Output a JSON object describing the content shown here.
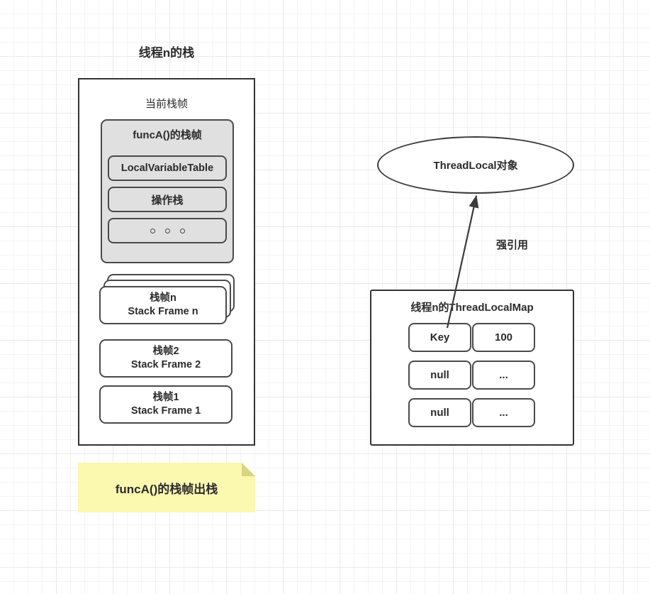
{
  "diagram": {
    "left_section": {
      "title": "线程n的栈",
      "current_frame_title": "当前栈帧",
      "gray_frame": {
        "title": "funcA()的栈帧",
        "slots": [
          {
            "label": "LocalVariableTable",
            "icon": ""
          },
          {
            "label": "操作栈",
            "icon": ""
          },
          {
            "label": "",
            "icon": "three-dots"
          }
        ]
      },
      "frames": [
        {
          "cn": "栈帧n",
          "en": "Stack Frame n",
          "stacked": true
        },
        {
          "cn": "栈帧2",
          "en": "Stack Frame 2",
          "stacked": false
        },
        {
          "cn": "栈帧1",
          "en": "Stack Frame 1",
          "stacked": false
        }
      ],
      "sticky_note": {
        "text": "funcA()的栈帧出栈",
        "color": "#fbf8b0",
        "fold_color": "#d8d481"
      }
    },
    "right_section": {
      "ellipse_label": "ThreadLocal对象",
      "arrow_label": "强引用",
      "map": {
        "title": "线程n的ThreadLocalMap",
        "rows": [
          {
            "key": "Key",
            "value": "100"
          },
          {
            "key": "null",
            "value": "..."
          },
          {
            "key": "null",
            "value": "..."
          }
        ]
      }
    },
    "colors": {
      "stroke": "#333333",
      "soft_stroke": "#4a4a4a",
      "gray_fill": "#e0e0e0",
      "note_fill": "#fbf8b0",
      "text": "#2b2b2b",
      "grid_major": "#e9e9e9",
      "grid_minor": "#f4f4f4"
    }
  }
}
